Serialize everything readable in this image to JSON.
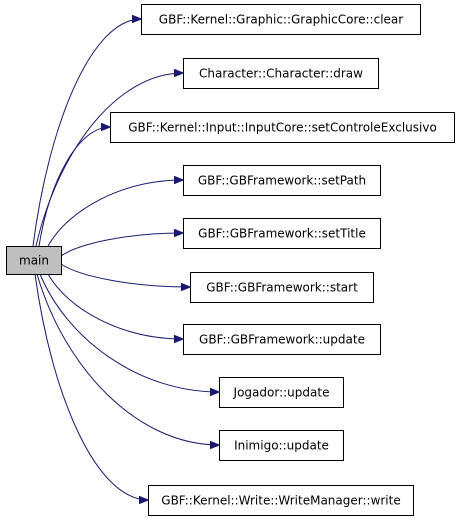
{
  "colors": {
    "edge": "#191970",
    "node_border": "#000000",
    "node_fill": "#ffffff",
    "root_fill": "#bfbfbf",
    "text": "#000000"
  },
  "graph": {
    "root": {
      "label": "main"
    },
    "callees": [
      {
        "label": "GBF::Kernel::Graphic::GraphicCore::clear"
      },
      {
        "label": "Character::Character::draw"
      },
      {
        "label": "GBF::Kernel::Input::InputCore::setControleExclusivo"
      },
      {
        "label": "GBF::GBFramework::setPath"
      },
      {
        "label": "GBF::GBFramework::setTitle"
      },
      {
        "label": "GBF::GBFramework::start"
      },
      {
        "label": "GBF::GBFramework::update"
      },
      {
        "label": "Jogador::update"
      },
      {
        "label": "Inimigo::update"
      },
      {
        "label": "GBF::Kernel::Write::WriteManager::write"
      }
    ]
  }
}
